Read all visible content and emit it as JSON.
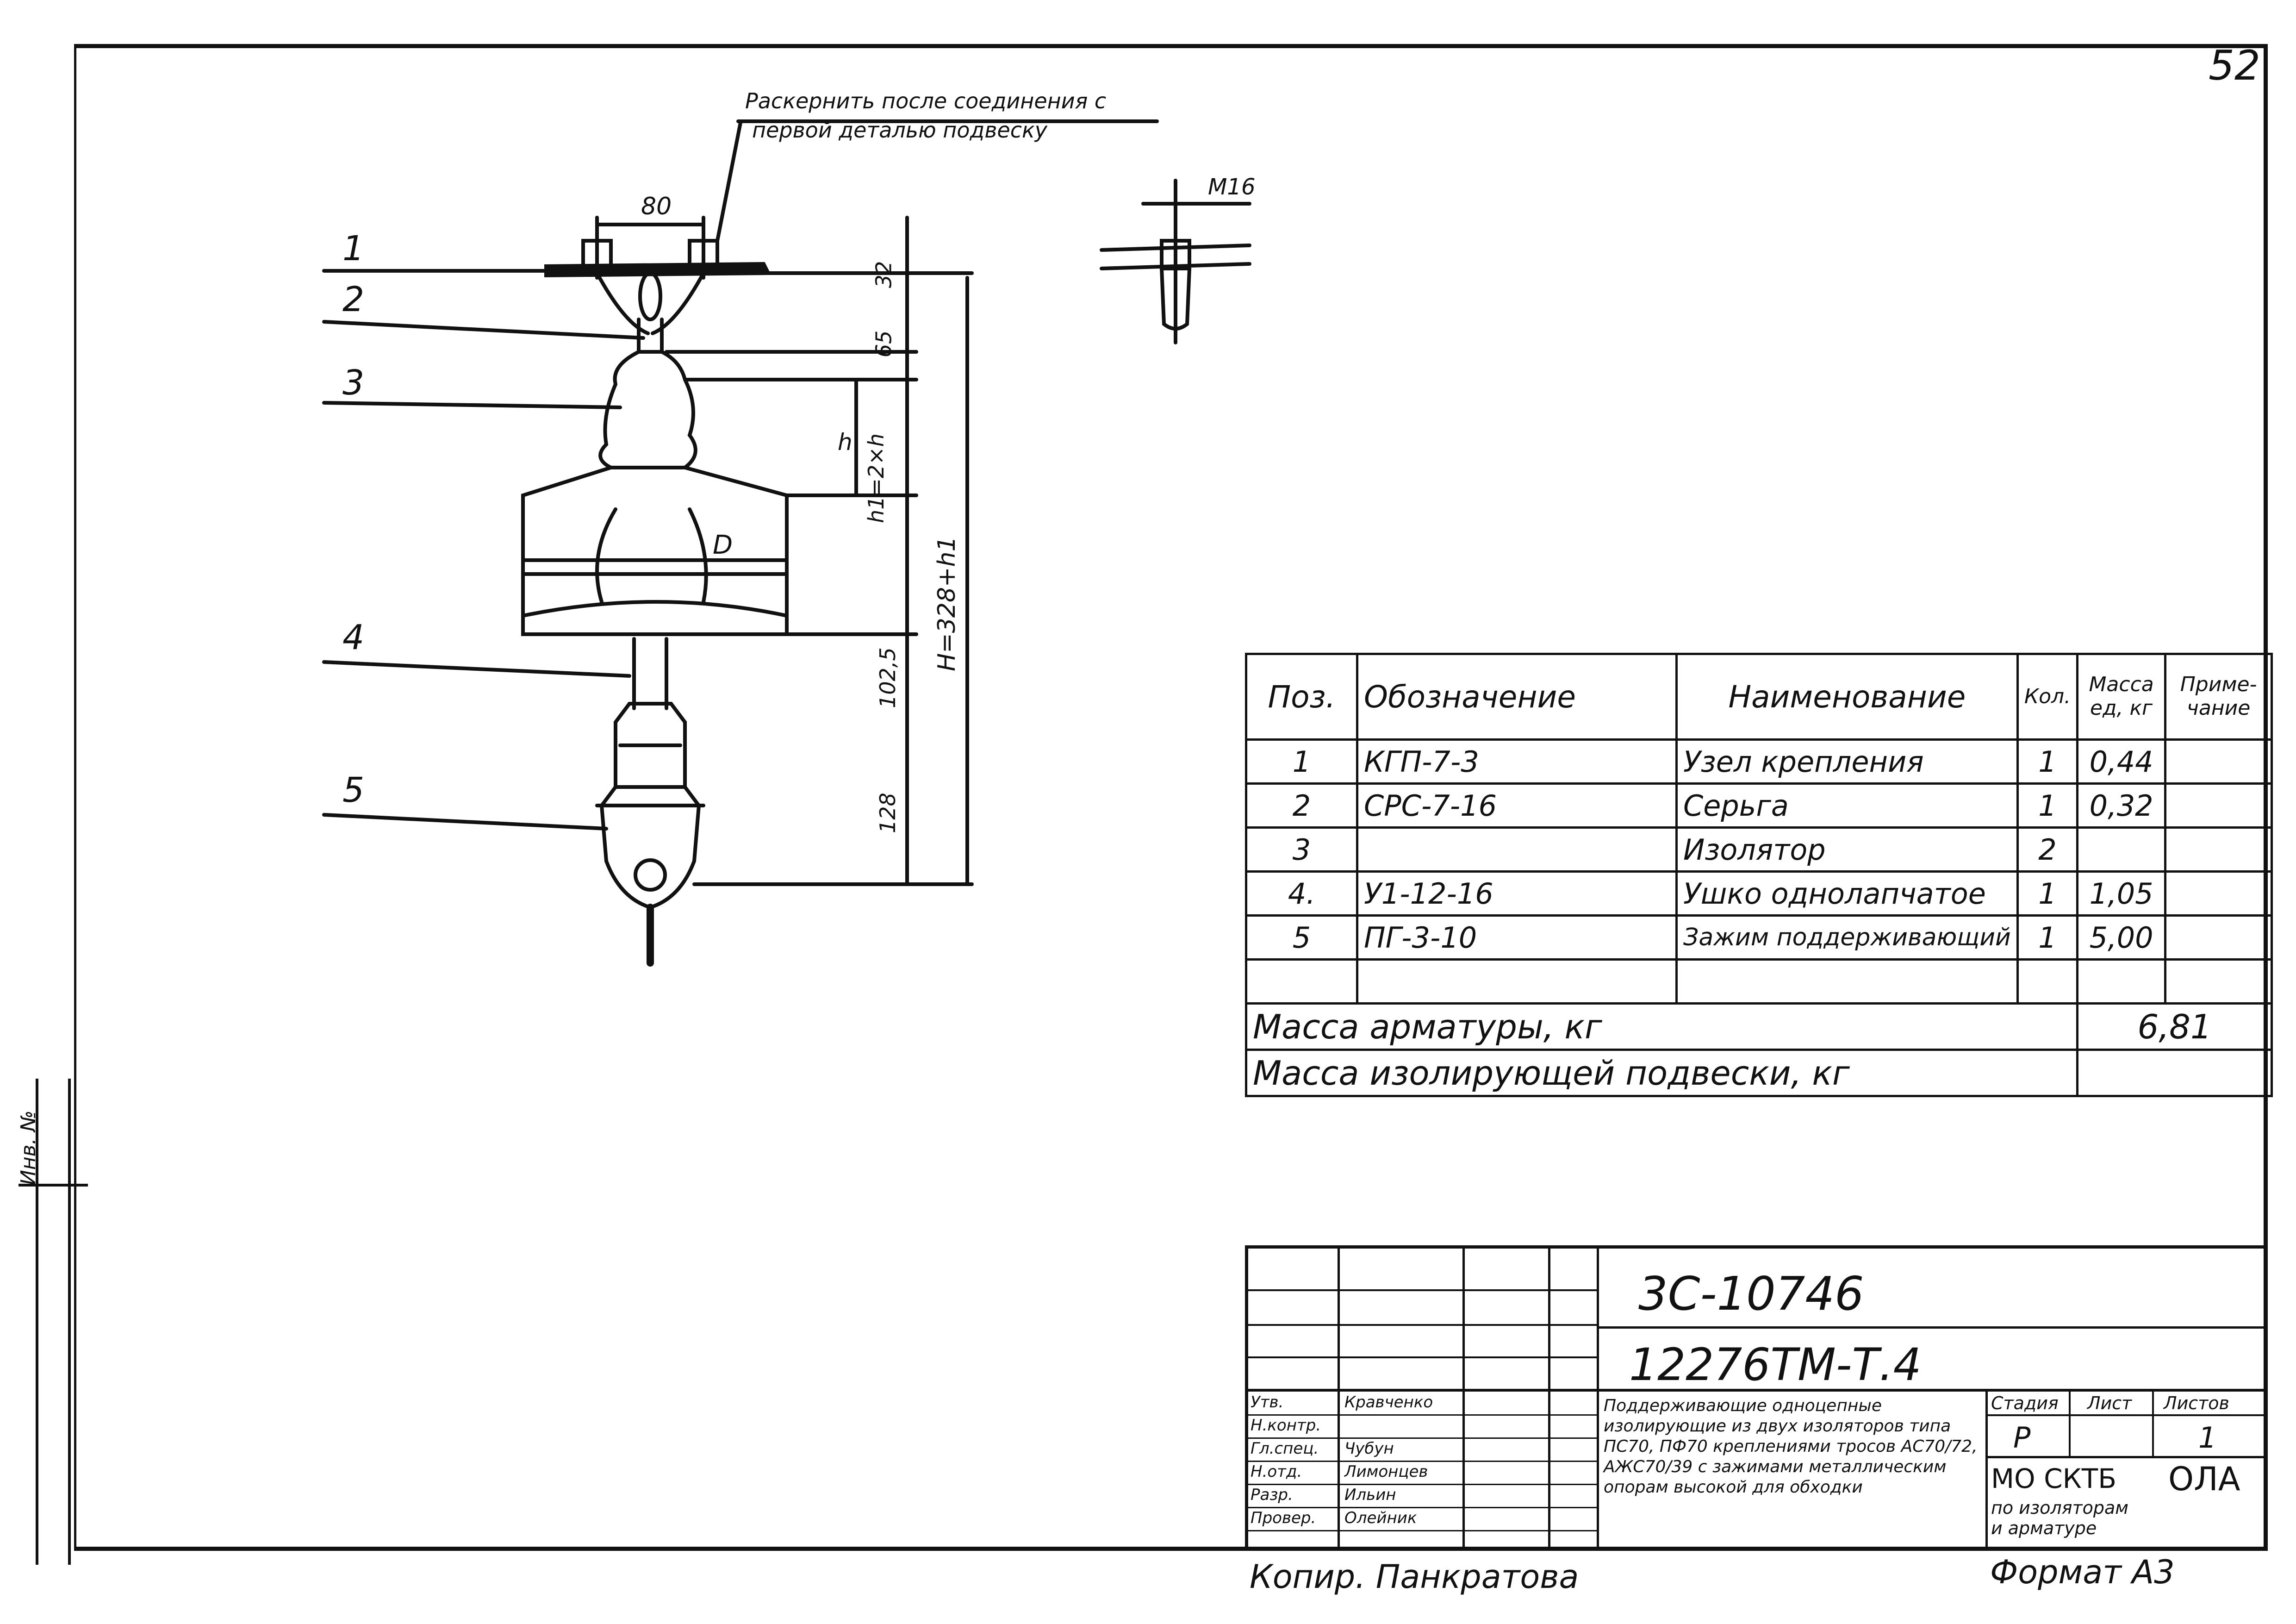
{
  "page_number": "52",
  "drawing": {
    "note_line1": "Раскернить после соединения с",
    "note_line2": "первой деталью подвеску",
    "pos_labels": [
      "1",
      "2",
      "3",
      "4",
      "5"
    ],
    "dim_80": "80",
    "dim_32": "32",
    "dim_65": "65",
    "dim_h": "h",
    "dim_h1": "h1=2×h",
    "dim_102_5": "102,5",
    "dim_128": "128",
    "dim_H": "H=328+h1",
    "dim_D": "D",
    "thread_label": "М16"
  },
  "spec_table": {
    "headers": {
      "pos": "Поз.",
      "designation": "Обозначение",
      "name": "Наименование",
      "qty": "Кол.",
      "mass": "Масса ед, кг",
      "note": "Приме-чание"
    },
    "rows": [
      {
        "pos": "1",
        "designation": "КГП-7-3",
        "name": "Узел крепления",
        "qty": "1",
        "mass": "0,44",
        "note": ""
      },
      {
        "pos": "2",
        "designation": "СРС-7-16",
        "name": "Серьга",
        "qty": "1",
        "mass": "0,32",
        "note": ""
      },
      {
        "pos": "3",
        "designation": "",
        "name": "Изолятор",
        "qty": "2",
        "mass": "",
        "note": ""
      },
      {
        "pos": "4.",
        "designation": "У1-12-16",
        "name": "Ушко однолапчатое",
        "qty": "1",
        "mass": "1,05",
        "note": ""
      },
      {
        "pos": "5",
        "designation": "ПГ-3-10",
        "name": "Зажим поддерживающий",
        "qty": "1",
        "mass": "5,00",
        "note": ""
      },
      {
        "pos": "",
        "designation": "",
        "name": "",
        "qty": "",
        "mass": "",
        "note": ""
      }
    ],
    "fitting_mass_label": "Масса арматуры, кг",
    "fitting_mass_value": "6,81",
    "assembly_mass_label": "Масса изолирующей подвески, кг",
    "assembly_mass_value": ""
  },
  "title_block": {
    "code1": "3С-10746",
    "code2": "12276ТМ-Т.4",
    "roles": [
      "Утв.",
      "Н.контр.",
      "Гл.спец.",
      "Н.отд.",
      "Разр.",
      "Провер."
    ],
    "names": [
      "Кравченко",
      "",
      "Чубун",
      "Лимонцев",
      "Ильин",
      "Олейник"
    ],
    "description": "Поддерживающие одноцепные изолирующие из двух изоляторов типа ПС70, ПФ70 креплениями тросов АС70/72, АЖС70/39 с зажимами металлическим опорам высокой для обходки",
    "stage_label": "Стадия",
    "sheet_label": "Лист",
    "sheets_label": "Листов",
    "stage_value": "Р",
    "sheets_value": "1",
    "org_line1": "МО СКТБ",
    "org_logo": "ОЛА",
    "org_line2": "по изоляторам",
    "org_line3": "и арматуре"
  },
  "footer": {
    "copied_by": "Копир. Панкратова",
    "format": "Формат А3"
  },
  "sidebar": {
    "stamp_text": "Инв. №"
  }
}
